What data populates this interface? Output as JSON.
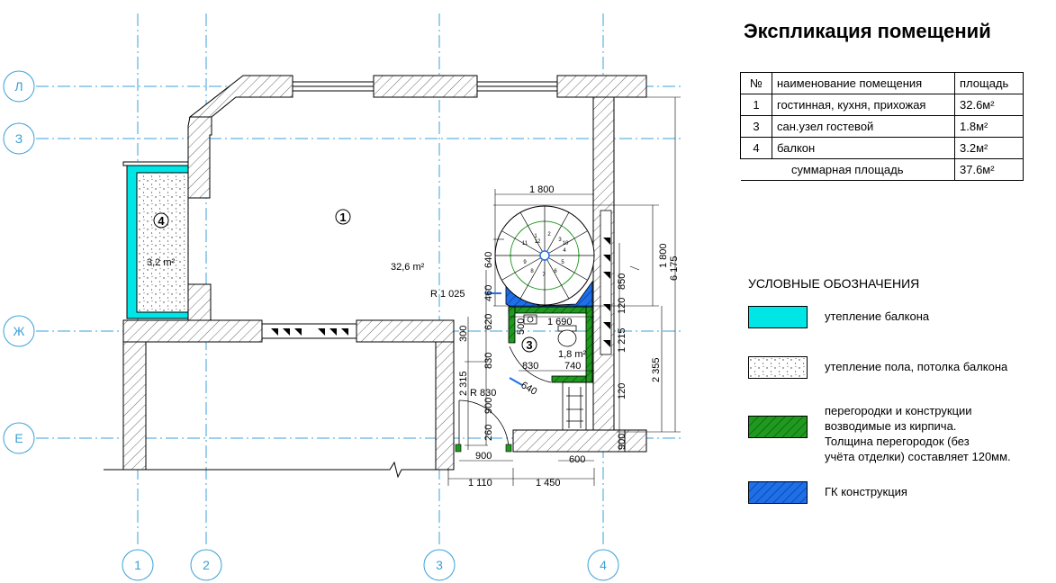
{
  "axes": {
    "horizontal": [
      "Л",
      "З",
      "Ж",
      "Е"
    ],
    "vertical": [
      "1",
      "2",
      "3",
      "4"
    ]
  },
  "rooms": {
    "r1_num": "1",
    "r1_area": "32,6 m²",
    "r3_num": "3",
    "r3_area": "1,8 m²",
    "r4_num": "4",
    "r4_area": "3,2 m²"
  },
  "stair_steps": [
    "1",
    "2",
    "3",
    "4",
    "5",
    "6",
    "7",
    "8",
    "9",
    "10",
    "11",
    "12"
  ],
  "dimensions": {
    "d_top_1800": "1 800",
    "d_r1025": "R 1 025",
    "d_640": "640",
    "d_460": "460",
    "d_620": "620",
    "d_300": "300",
    "d_500": "500",
    "d_1690": "1 690",
    "d_830a": "830",
    "d_830b": "830",
    "d_740": "740",
    "d_640b": "640",
    "d_2315": "2 315",
    "d_r830": "R 830",
    "d_900a": "900",
    "d_260": "260",
    "d_900b": "900",
    "d_600": "600",
    "d_1110": "1 110",
    "d_1450": "1 450",
    "d_850": "850",
    "d_120a": "120",
    "d_1215": "1 215",
    "d_120b": "120",
    "d_900c": "900",
    "d_1800v": "1 800",
    "d_6175": "6 175",
    "d_2355": "2 355"
  },
  "explication": {
    "title": "Экспликация помещений",
    "headers": [
      "№",
      "наименование помещения",
      "площадь"
    ],
    "rows": [
      [
        "1",
        "гостинная, кухня, прихожая",
        "32.6м²"
      ],
      [
        "3",
        "сан.узел гостевой",
        "1.8м²"
      ],
      [
        "4",
        "балкон",
        "3.2м²"
      ]
    ],
    "total_label": "суммарная площадь",
    "total_value": "37.6м²"
  },
  "legend": {
    "title": "УСЛОВНЫЕ ОБОЗНАЧЕНИЯ",
    "items": [
      {
        "color": "#00e5e5",
        "pattern": "solid",
        "text": "утепление  балкона"
      },
      {
        "color": "#ffffff",
        "pattern": "dots",
        "text": "утепление  пола, потолка балкона"
      },
      {
        "color": "#1f9a1f",
        "pattern": "hatch",
        "lines": [
          "перегородки и конструкции",
          "возводимые из кирпича.",
          "Толщина перегородок (без",
          "учёта отделки) составляет 120мм."
        ]
      },
      {
        "color": "#1e6fe8",
        "pattern": "hatch",
        "text": "ГК конструкция"
      }
    ]
  },
  "colors": {
    "axis": "#3aa0d8",
    "insulation": "#00e5e5",
    "brick": "#1f9a1f",
    "gk": "#1e6fe8"
  }
}
